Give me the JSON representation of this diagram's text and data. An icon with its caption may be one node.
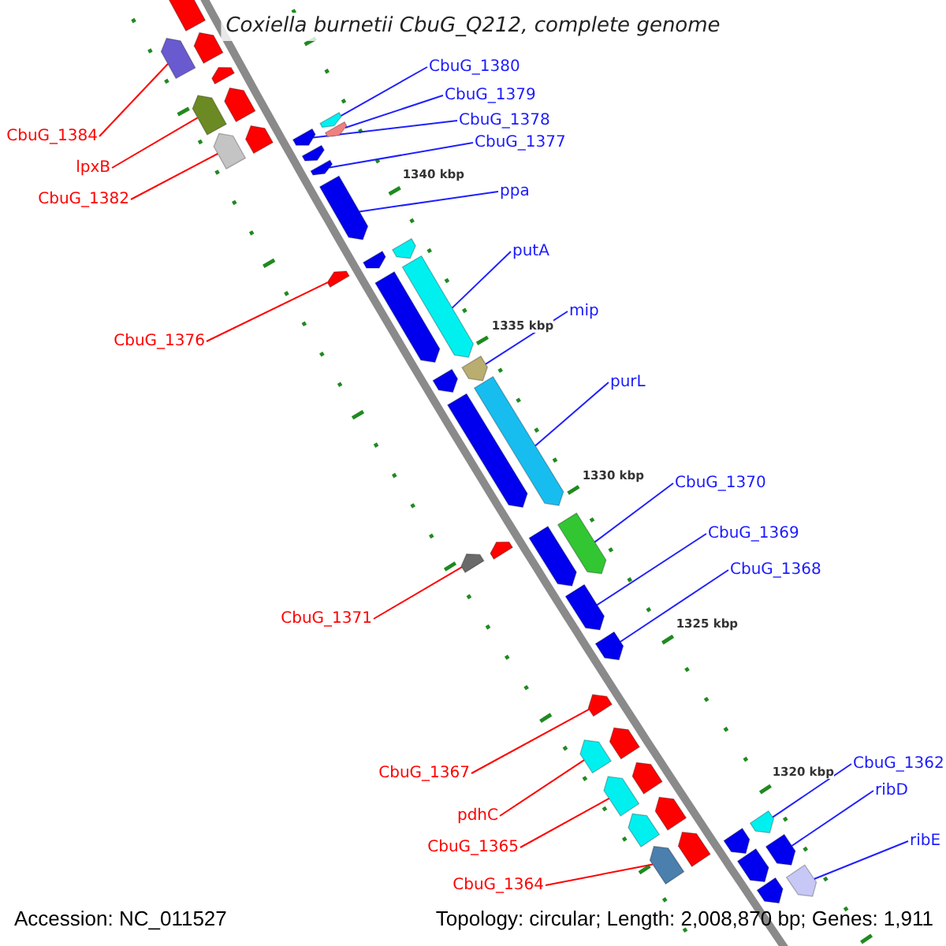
{
  "diagram": {
    "title": "Coxiella burnetii CbuG_Q212, complete genome",
    "nodes": [
      {
        "text": [
          "CbuG_1380"
        ]
      },
      {
        "text": [
          "CbuG_1379"
        ]
      },
      {
        "text": [
          "CbuG_1378"
        ]
      },
      {
        "text": [
          "CbuG_1384"
        ]
      },
      {
        "text": [
          "CbuG_1377"
        ]
      },
      {
        "text": [
          "lpxB"
        ]
      },
      {
        "text": [
          "ppa"
        ]
      },
      {
        "text": [
          "CbuG_1382"
        ]
      },
      {
        "text": [
          "putA"
        ]
      },
      {
        "text": [
          "mip"
        ]
      },
      {
        "text": [
          "CbuG_1376"
        ]
      },
      {
        "text": [
          "purL"
        ]
      },
      {
        "text": [
          "CbuG_1370"
        ]
      },
      {
        "text": [
          "CbuG_1369"
        ]
      },
      {
        "text": [
          "CbuG_1368"
        ]
      },
      {
        "text": [
          "CbuG_1371"
        ]
      },
      {
        "text": [
          "CbuG_1362"
        ]
      },
      {
        "text": [
          "CbuG_1367"
        ]
      },
      {
        "text": [
          "ribD"
        ]
      },
      {
        "text": [
          "pdhC"
        ]
      },
      {
        "text": [
          "ribE"
        ]
      },
      {
        "text": [
          "CbuG_1365"
        ]
      },
      {
        "text": [
          "CbuG_1364"
        ]
      },
      {
        "text": [],
        "shape": "arrow"
      },
      {
        "text": [],
        "shape": "arrow"
      },
      {
        "text": [],
        "shape": "arrow"
      },
      {
        "text": [],
        "shape": "arrow"
      },
      {
        "text": [],
        "shape": "arrow"
      },
      {
        "text": [],
        "shape": "arrow"
      },
      {
        "text": [],
        "shape": "arrow"
      },
      {
        "text": [],
        "shape": "arrow"
      },
      {
        "text": [],
        "shape": "arrow"
      },
      {
        "text": [],
        "shape": "arrow"
      },
      {
        "text": [],
        "shape": "arrow"
      },
      {
        "text": [],
        "shape": "arrow"
      },
      {
        "text": [],
        "shape": "arrow"
      },
      {
        "text": [],
        "shape": "arrow"
      },
      {
        "text": [],
        "shape": "arrow"
      },
      {
        "text": [],
        "shape": "arrow"
      },
      {
        "text": [],
        "shape": "arrow"
      },
      {
        "text": [],
        "shape": "arrow"
      },
      {
        "text": [],
        "shape": "arrow"
      },
      {
        "text": [],
        "shape": "arrow"
      },
      {
        "text": [],
        "shape": "arrow"
      },
      {
        "text": [],
        "shape": "arrow"
      },
      {
        "text": [],
        "shape": "arrow"
      },
      {
        "text": [],
        "shape": "arrow"
      },
      {
        "text": [],
        "shape": "arrow"
      },
      {
        "text": [],
        "shape": "arrow"
      },
      {
        "text": [],
        "shape": "arrow"
      },
      {
        "text": [],
        "shape": "arrow"
      },
      {
        "text": [],
        "shape": "arrow"
      },
      {
        "text": [],
        "shape": "arrow"
      },
      {
        "text": [],
        "shape": "arrow"
      },
      {
        "text": [],
        "shape": "arrow"
      },
      {
        "text": [],
        "shape": "arrow"
      },
      {
        "text": [],
        "shape": "arrow"
      },
      {
        "text": [],
        "shape": "arrow"
      },
      {
        "text": [],
        "shape": "arrow"
      },
      {
        "text": [],
        "shape": "arrow"
      },
      {
        "text": [],
        "shape": "arrow"
      },
      {
        "text": [],
        "shape": "arrow"
      },
      {
        "text": [],
        "shape": "arrow"
      },
      {
        "text": [],
        "shape": "arrow"
      },
      {
        "text": [],
        "shape": "arrow"
      },
      {
        "text": [],
        "shape": "arrow"
      },
      {
        "text": [],
        "shape": "arrow"
      }
    ],
    "edges": [
      {
        "from": 0,
        "to": 31,
        "arrow": "none"
      },
      {
        "from": 1,
        "to": 33,
        "arrow": "none"
      },
      {
        "from": 2,
        "to": 32,
        "arrow": "none"
      },
      {
        "from": 3,
        "to": 24,
        "arrow": "none",
        "color": "#ff0000"
      },
      {
        "from": 4,
        "to": 35,
        "arrow": "none"
      },
      {
        "from": 5,
        "to": 27,
        "arrow": "none",
        "color": "#ff0000"
      },
      {
        "from": 6,
        "to": 36,
        "arrow": "none"
      },
      {
        "from": 7,
        "to": 29,
        "arrow": "none",
        "color": "#ff0000"
      },
      {
        "from": 8,
        "to": 41,
        "arrow": "none"
      },
      {
        "from": 9,
        "to": 43,
        "arrow": "none"
      },
      {
        "from": 10,
        "to": 37,
        "arrow": "none",
        "color": "#ff0000"
      },
      {
        "from": 11,
        "to": 44,
        "arrow": "none"
      },
      {
        "from": 12,
        "to": 49,
        "arrow": "none"
      },
      {
        "from": 13,
        "to": 50,
        "arrow": "none"
      },
      {
        "from": 14,
        "to": 51,
        "arrow": "none"
      },
      {
        "from": 15,
        "to": 46,
        "arrow": "none",
        "color": "#ff0000"
      },
      {
        "from": 16,
        "to": 61,
        "arrow": "none"
      },
      {
        "from": 17,
        "to": 52,
        "arrow": "none",
        "color": "#ff0000"
      },
      {
        "from": 18,
        "to": 64,
        "arrow": "none"
      },
      {
        "from": 19,
        "to": 53,
        "arrow": "none",
        "color": "#ff0000"
      },
      {
        "from": 20,
        "to": 66,
        "arrow": "none"
      },
      {
        "from": 21,
        "to": 55,
        "arrow": "none",
        "color": "#ff0000"
      },
      {
        "from": 22,
        "to": 59,
        "arrow": "none",
        "color": "#ff0000"
      }
    ],
    "labels": [
      "1340 kbp",
      "1335 kbp",
      "1330 kbp",
      "1325 kbp",
      "1320 kbp",
      "Accession: NC_011527",
      "Topology: circular; Length: 2,008,870 bp; Genes: 1,911"
    ]
  }
}
